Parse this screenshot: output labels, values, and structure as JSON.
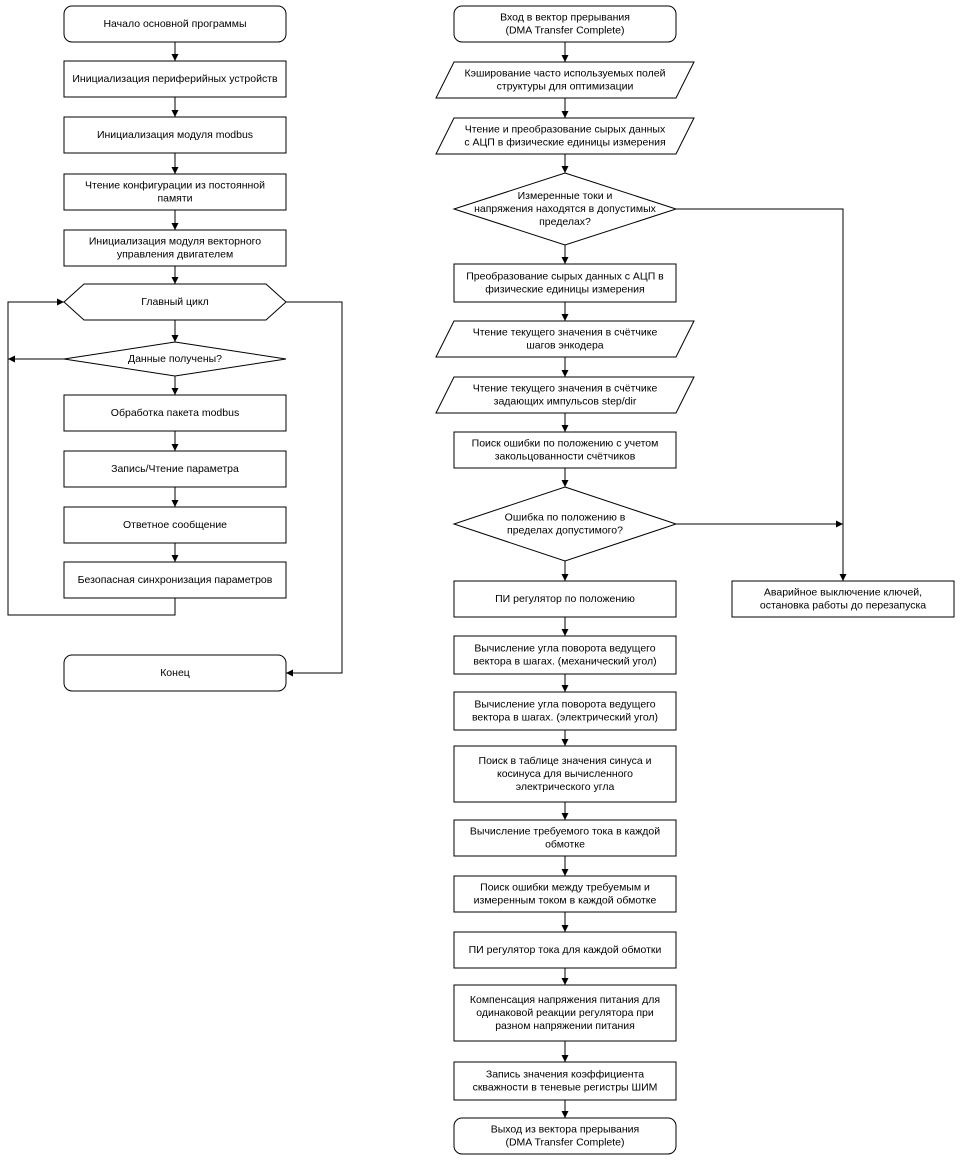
{
  "main_program": {
    "start": "Начало основной программы",
    "init_periphery": "Инициализация периферийных устройств",
    "init_modbus": "Инициализация модуля modbus",
    "read_config": [
      "Чтение конфигурации из постоянной",
      "памяти"
    ],
    "init_vector": [
      "Инициализация модуля векторного",
      "управления двигателем"
    ],
    "main_loop": "Главный цикл",
    "data_received": "Данные получены?",
    "process_packet": "Обработка пакета modbus",
    "read_write_param": "Запись/Чтение параметра",
    "response": "Ответное сообщение",
    "safe_sync": "Безопасная синхронизация параметров",
    "end": "Конец"
  },
  "interrupt": {
    "enter": [
      "Вход в вектор прерывания",
      "(DMA Transfer Complete)"
    ],
    "cache_fields": [
      "Кэширование часто используемых полей",
      "структуры для оптимизации"
    ],
    "read_adc": [
      "Чтение и преобразование сырых данных",
      "с АЦП в физические единицы измерения"
    ],
    "limits_check": [
      "Измеренные токи и",
      "напряжения находятся в допустимых",
      "пределах?"
    ],
    "convert_adc": [
      "Преобразование сырых данных с АЦП в",
      "физические единицы измерения"
    ],
    "read_encoder": [
      "Чтение текущего значения в счётчике",
      "шагов энкодера"
    ],
    "read_stepdir": [
      "Чтение текущего значения в счётчике",
      "задающих импульсов step/dir"
    ],
    "position_error": [
      "Поиск ошибки по положению с учетом",
      "закольцованности счётчиков"
    ],
    "position_check": [
      "Ошибка по положению в",
      "пределах допустимого?"
    ],
    "pi_position": "ПИ регулятор по положению",
    "mech_angle": [
      "Вычисление угла поворота ведущего",
      "вектора в шагах. (механический угол)"
    ],
    "elec_angle": [
      "Вычисление угла поворота ведущего",
      "вектора в шагах. (электрический угол)"
    ],
    "sin_cos": [
      "Поиск в таблице значения синуса и",
      "косинуса для вычисленного",
      "электрического угла"
    ],
    "required_current": [
      "Вычисление требуемого тока в каждой",
      "обмотке"
    ],
    "current_error": [
      "Поиск ошибки между требуемым и",
      "измеренным током в каждой обмотке"
    ],
    "pi_current": "ПИ регулятор тока для каждой обмотки",
    "voltage_comp": [
      "Компенсация напряжения питания для",
      "одинаковой реакции регулятора при",
      "разном напряжении питания"
    ],
    "write_pwm": [
      "Запись значения коэффициента",
      "скважности в теневые регистры ШИМ"
    ],
    "exit": [
      "Выход из вектора прерывания",
      "(DMA Transfer Complete)"
    ],
    "emergency": [
      "Аварийное выключение ключей,",
      "остановка работы до перезапуска"
    ]
  }
}
